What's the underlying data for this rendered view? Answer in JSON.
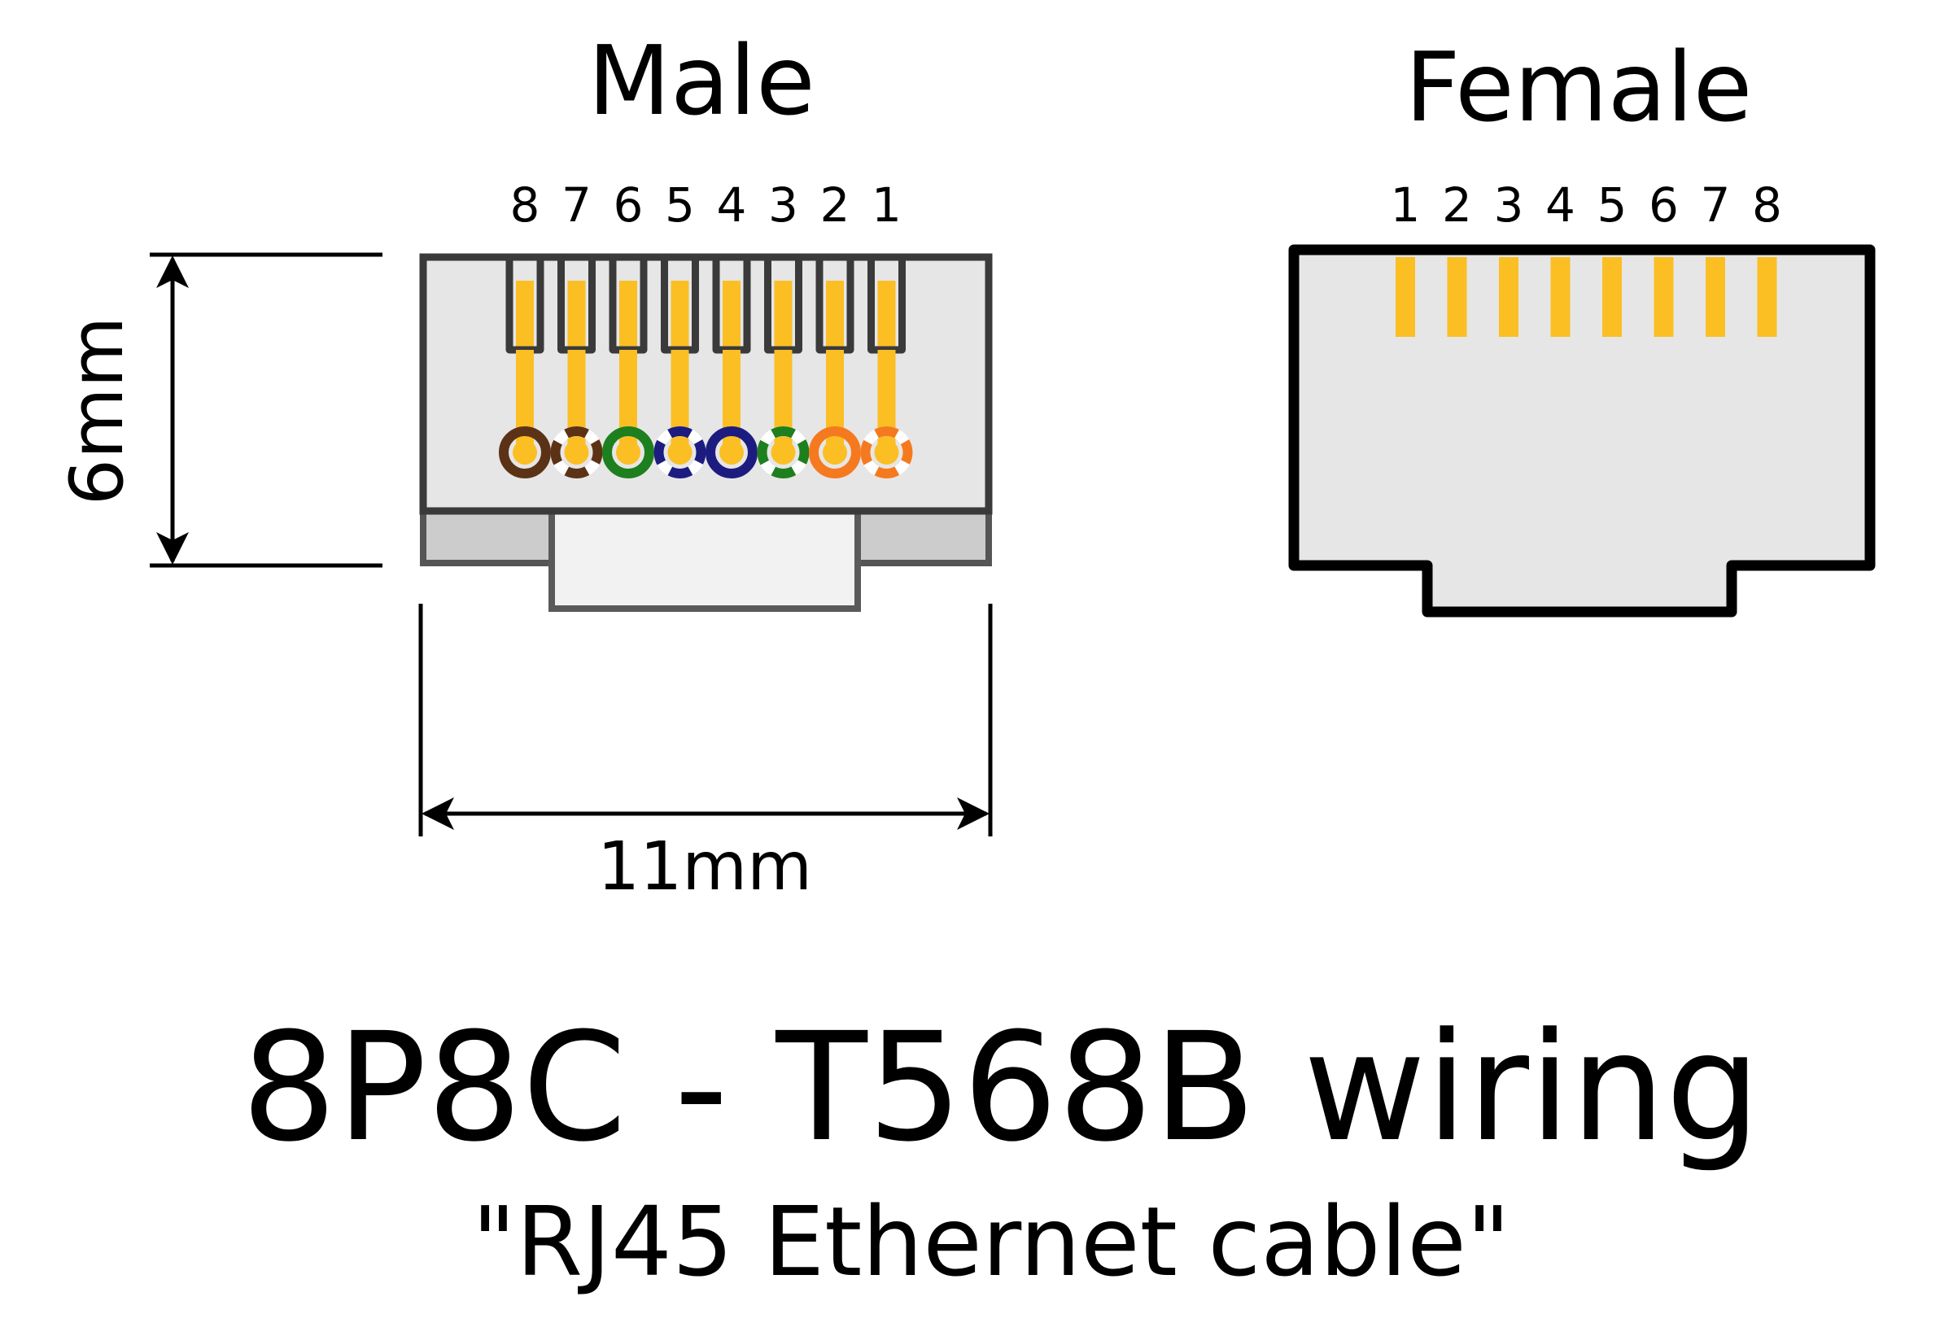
{
  "headings": {
    "male": "Male",
    "female": "Female"
  },
  "dimensions": {
    "height_label": "6mm",
    "width_label": "11mm"
  },
  "male_pins": [
    "8",
    "7",
    "6",
    "5",
    "4",
    "3",
    "2",
    "1"
  ],
  "female_pins": [
    "1",
    "2",
    "3",
    "4",
    "5",
    "6",
    "7",
    "8"
  ],
  "wires": [
    {
      "pin": "8",
      "pattern": "solid",
      "color": "#5C3217"
    },
    {
      "pin": "7",
      "pattern": "striped",
      "color": "#5C3217"
    },
    {
      "pin": "6",
      "pattern": "solid",
      "color": "#1E7F1E"
    },
    {
      "pin": "5",
      "pattern": "striped",
      "color": "#1C1C80"
    },
    {
      "pin": "4",
      "pattern": "solid",
      "color": "#1C1C80"
    },
    {
      "pin": "3",
      "pattern": "striped",
      "color": "#1E7F1E"
    },
    {
      "pin": "2",
      "pattern": "solid",
      "color": "#F57A1F"
    },
    {
      "pin": "1",
      "pattern": "striped",
      "color": "#F57A1F"
    }
  ],
  "colors": {
    "contact": "#FBBF24",
    "body_fill": "#E6E6E6",
    "latch_fill": "#CCCCCC",
    "tab_fill": "#F2F2F2",
    "outline": "#3A3A3A"
  },
  "footer": {
    "title": "8P8C - T568B wiring",
    "subtitle": "\"RJ45 Ethernet cable\""
  }
}
